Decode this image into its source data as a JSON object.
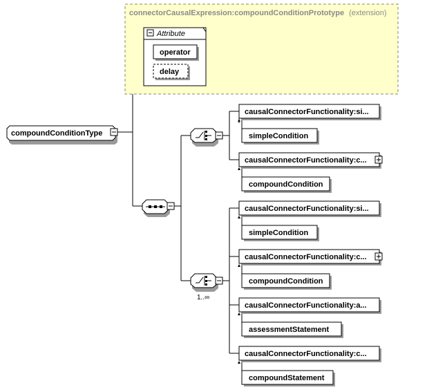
{
  "extension": {
    "title": "connectorCausalExpression:compoundConditionPrototype",
    "suffix": "(extension)",
    "attribute_group_label": "Attribute",
    "attributes": [
      "operator",
      "delay"
    ]
  },
  "root": {
    "label": "compoundConditionType"
  },
  "choice1": {
    "elements": [
      "causalConnectorFunctionality:si...",
      "simpleCondition",
      "causalConnectorFunctionality:c...",
      "compoundCondition"
    ]
  },
  "choice2": {
    "cardinality": "1..∞",
    "elements": [
      "causalConnectorFunctionality:si...",
      "simpleCondition",
      "causalConnectorFunctionality:c...",
      "compoundCondition",
      "causalConnectorFunctionality:a...",
      "assessmentStatement",
      "causalConnectorFunctionality:c...",
      "compoundStatement"
    ]
  }
}
